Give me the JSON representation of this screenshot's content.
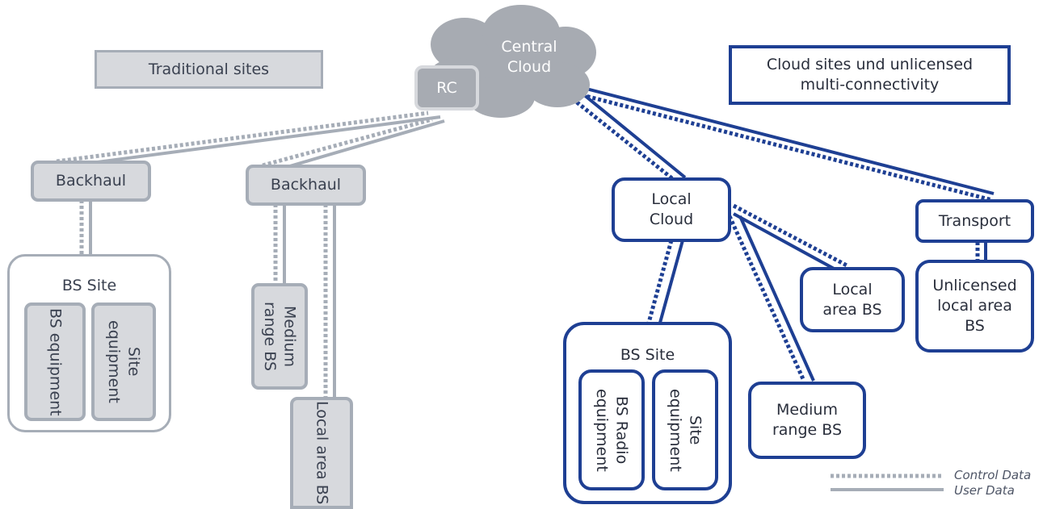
{
  "central_cloud": {
    "line1": "Central",
    "line2": "Cloud"
  },
  "rc": "RC",
  "traditional": {
    "title": "Traditional sites",
    "backhaul_left": "Backhaul",
    "backhaul_mid": "Backhaul",
    "bs_site": "BS Site",
    "bs_equipment": "BS equipment",
    "site_equipment": "Site equipment",
    "medium_range_bs": "Medium range BS",
    "local_area_bs": "Local area BS"
  },
  "cloud_sites": {
    "title_line1": "Cloud sites und unlicensed",
    "title_line2": "multi-connectivity",
    "local_cloud_line1": "Local",
    "local_cloud_line2": "Cloud",
    "transport": "Transport",
    "bs_site": "BS Site",
    "bs_radio_equipment": "BS Radio equipment",
    "site_equipment": "Site equipment",
    "medium_range_line1": "Medium",
    "medium_range_line2": "range BS",
    "local_area_line1": "Local",
    "local_area_line2": "area BS",
    "unlicensed_line1": "Unlicensed",
    "unlicensed_line2": "local area",
    "unlicensed_line3": "BS"
  },
  "legend": {
    "control": "Control Data",
    "user": "User Data"
  },
  "colors": {
    "gray_border": "#a6adb7",
    "gray_fill": "#d7d9dd",
    "blue": "#1e3f93",
    "cloud": "#a7abb2"
  }
}
